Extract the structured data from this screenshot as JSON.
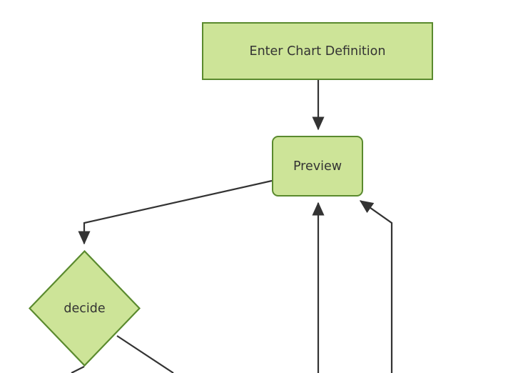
{
  "diagram": {
    "type": "flowchart",
    "title": "",
    "background_color": "#ffffff",
    "node_fill_color": "#cde498",
    "node_border_color": "#5a8a2e",
    "edge_color": "#333333",
    "text_color": "#333333",
    "nodes": [
      {
        "id": "enter-chart-definition",
        "label": "Enter Chart Definition",
        "shape": "rectangle"
      },
      {
        "id": "preview",
        "label": "Preview",
        "shape": "rounded-rectangle"
      },
      {
        "id": "decide",
        "label": "decide",
        "shape": "diamond"
      }
    ],
    "edges": [
      {
        "id": "enter-to-preview",
        "from": "enter-chart-definition",
        "to": "preview",
        "label": "",
        "arrow": "to"
      },
      {
        "id": "preview-to-decide",
        "from": "preview",
        "to": "decide",
        "label": "",
        "arrow": "to"
      },
      {
        "id": "return-center-to-preview",
        "from": "",
        "to": "preview",
        "label": "",
        "arrow": "to"
      },
      {
        "id": "return-right-to-preview",
        "from": "",
        "to": "preview",
        "label": "",
        "arrow": "to"
      },
      {
        "id": "decide-branch-left",
        "from": "decide",
        "to": "",
        "label": "",
        "arrow": "none"
      },
      {
        "id": "decide-branch-right",
        "from": "decide",
        "to": "",
        "label": "",
        "arrow": "none"
      }
    ]
  }
}
